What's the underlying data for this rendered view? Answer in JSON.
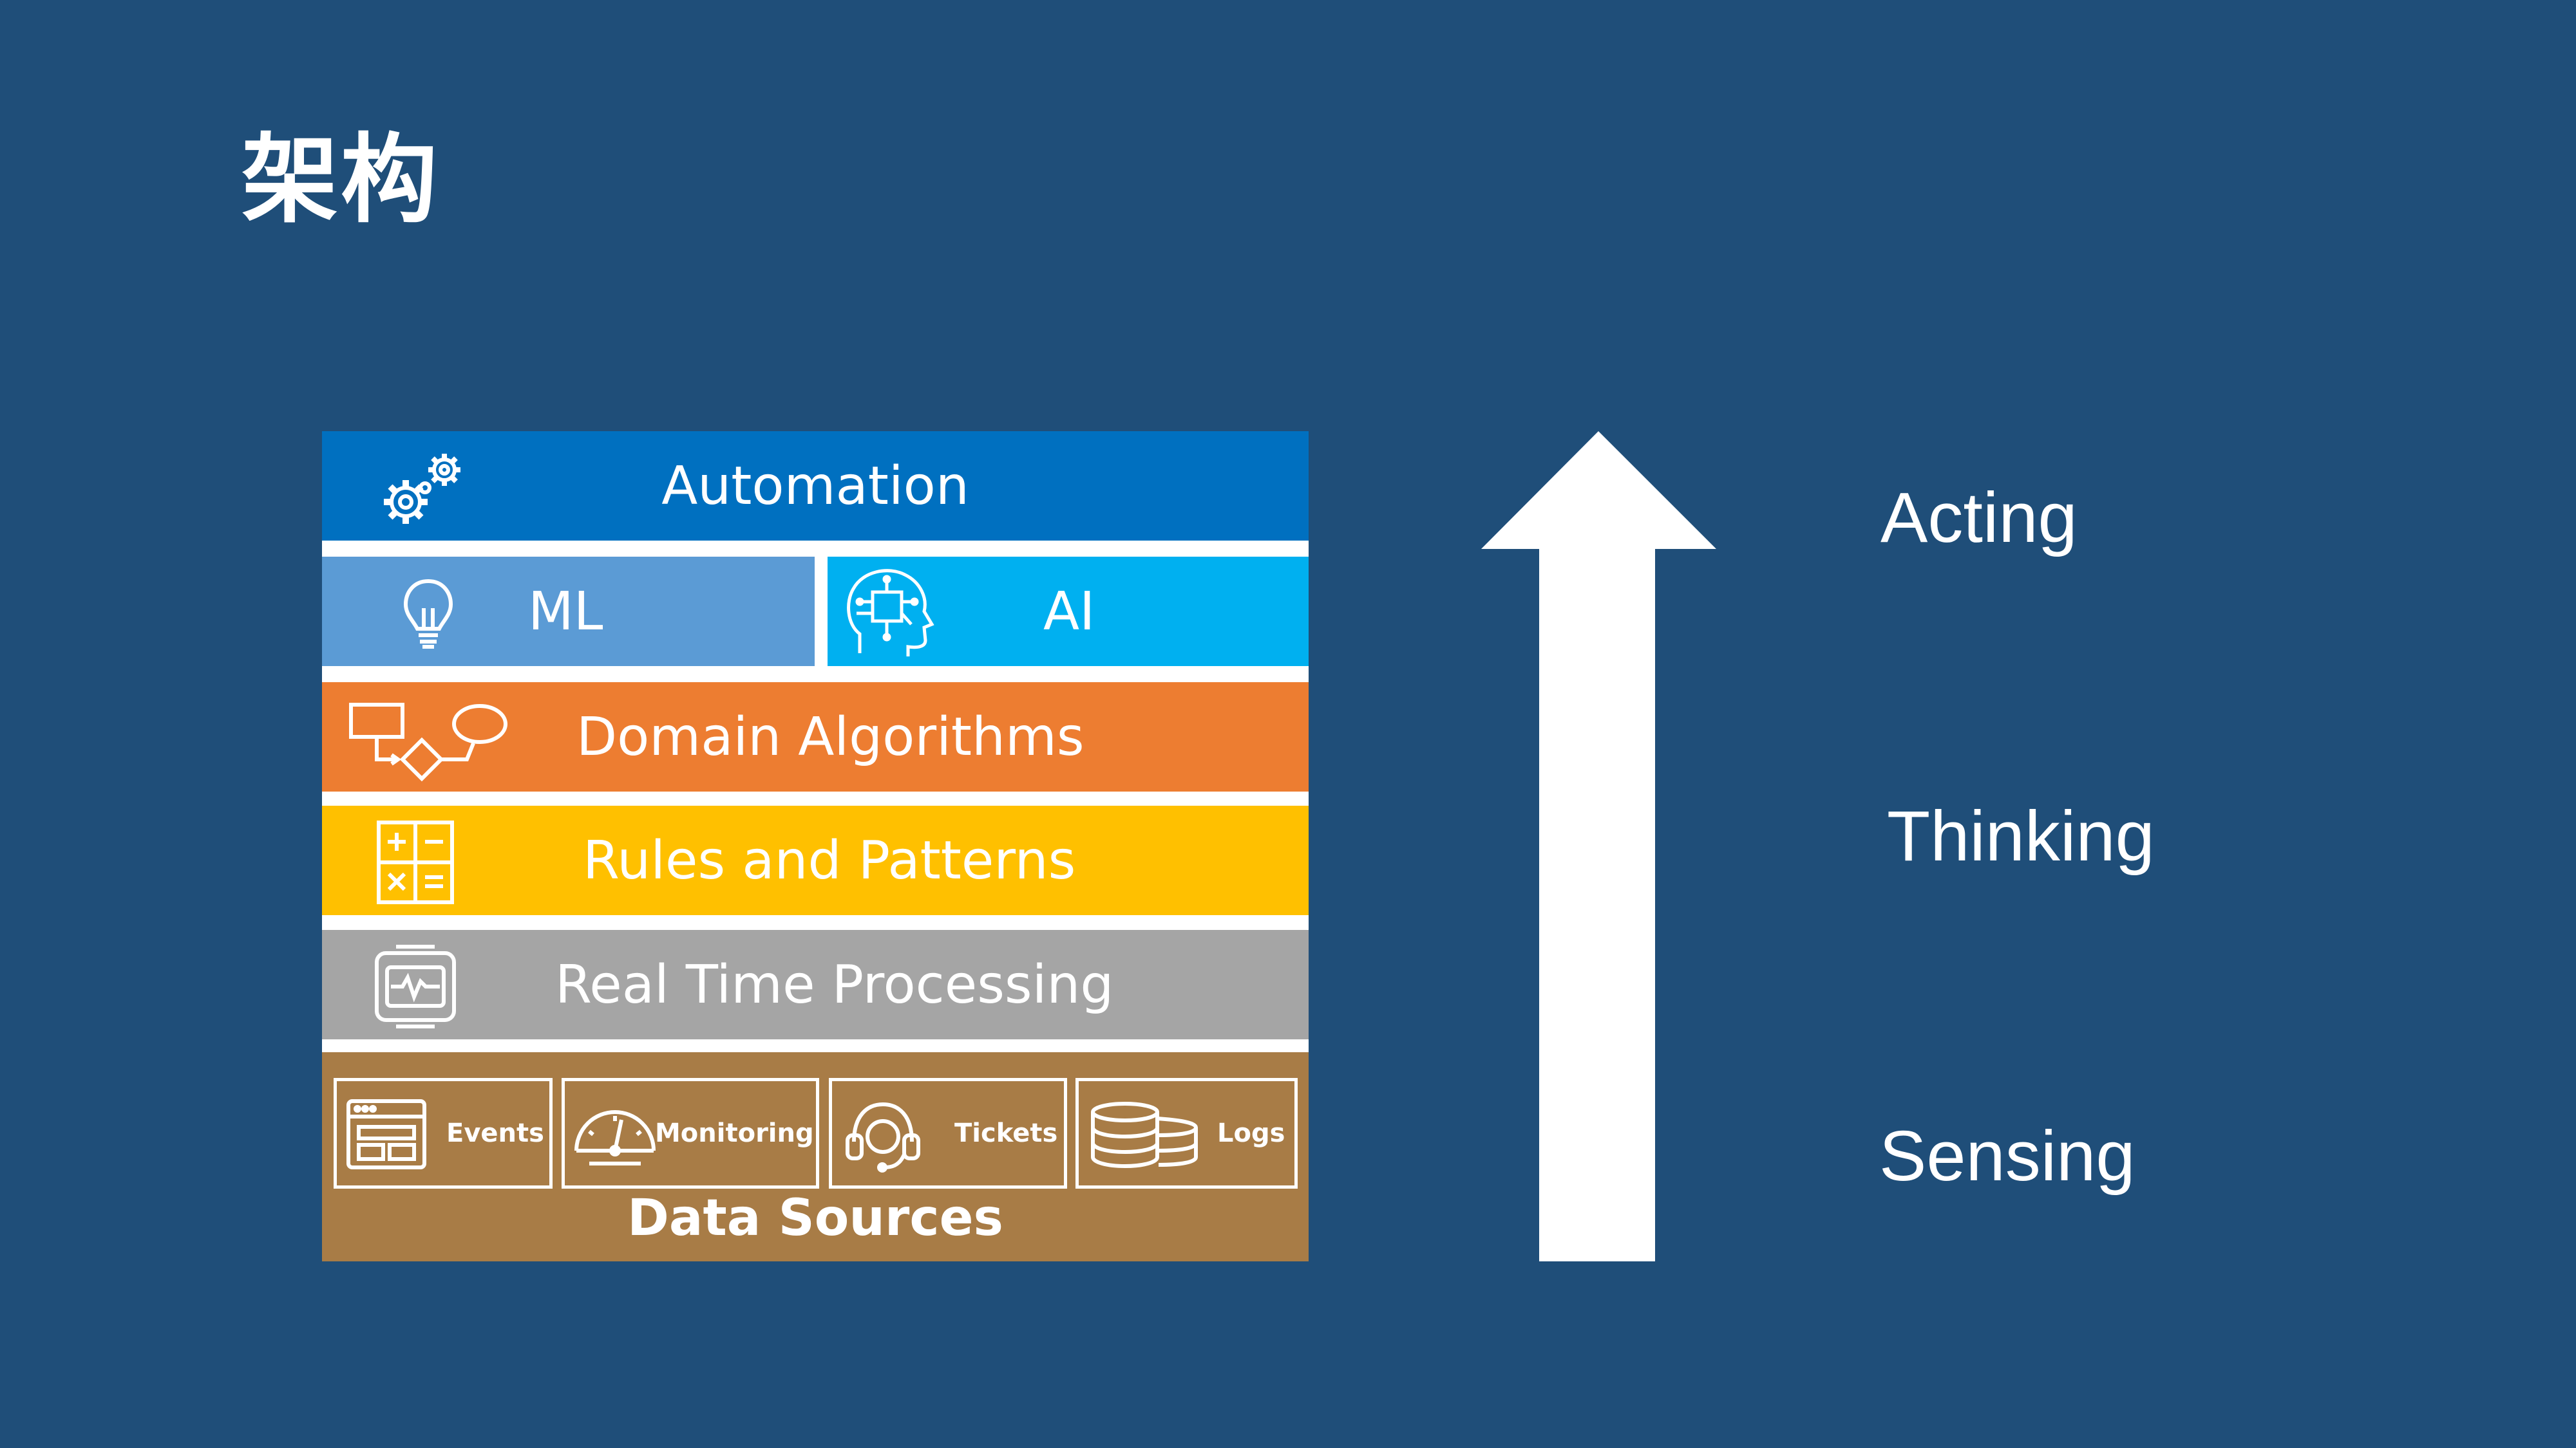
{
  "title": "架构",
  "layers": {
    "automation": {
      "label": "Automation",
      "icon": "gears-icon",
      "color": "#0070c0"
    },
    "ml": {
      "label": "ML",
      "icon": "lightbulb-icon",
      "color": "#5b9bd5"
    },
    "ai": {
      "label": "AI",
      "icon": "circuit-head-icon",
      "color": "#00b0f0"
    },
    "domain": {
      "label": "Domain Algorithms",
      "icon": "flowchart-icon",
      "color": "#ed7d31"
    },
    "rules": {
      "label": "Rules and Patterns",
      "icon": "calculator-icon",
      "color": "#ffc000"
    },
    "realtime": {
      "label": "Real Time Processing",
      "icon": "monitor-pulse-icon",
      "color": "#a5a5a5"
    },
    "data_sources": {
      "label": "Data Sources",
      "color": "#a87c46",
      "items": [
        {
          "label": "Events",
          "icon": "window-icon"
        },
        {
          "label": "Monitoring",
          "icon": "gauge-icon"
        },
        {
          "label": "Tickets",
          "icon": "headset-icon"
        },
        {
          "label": "Logs",
          "icon": "database-icon"
        }
      ]
    }
  },
  "stages": {
    "acting": "Acting",
    "thinking": "Thinking",
    "sensing": "Sensing"
  },
  "colors": {
    "background": "#1f4e79",
    "arrow": "#ffffff"
  }
}
